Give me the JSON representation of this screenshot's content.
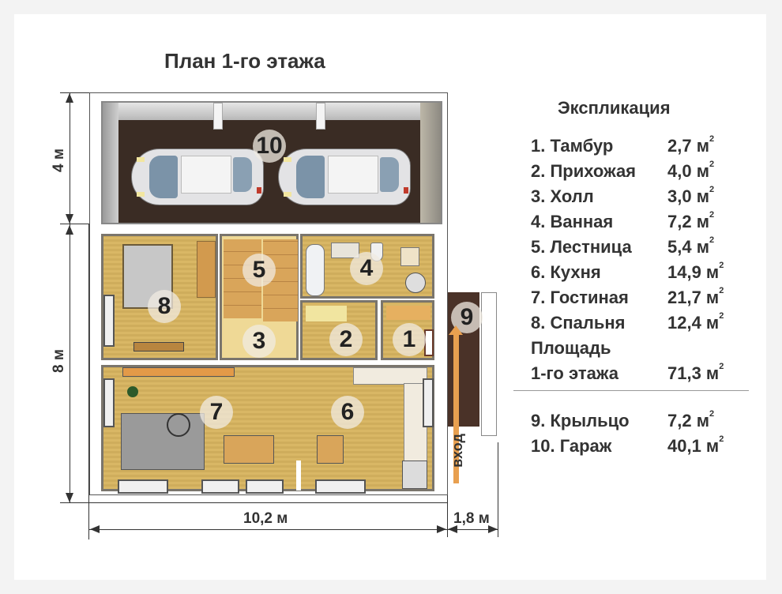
{
  "title": "План 1-го этажа",
  "dimensions": {
    "garage_depth": "4 м",
    "house_depth": "8 м",
    "house_width": "10,2 м",
    "porch_width": "1,8 м"
  },
  "plan": {
    "rooms": [
      {
        "num": "1",
        "name": "Тамбур"
      },
      {
        "num": "2",
        "name": "Прихожая"
      },
      {
        "num": "3",
        "name": "Холл"
      },
      {
        "num": "4",
        "name": "Ванная"
      },
      {
        "num": "5",
        "name": "Лестница"
      },
      {
        "num": "6",
        "name": "Кухня"
      },
      {
        "num": "7",
        "name": "Гостиная"
      },
      {
        "num": "8",
        "name": "Спальня"
      },
      {
        "num": "9",
        "name": "Крыльцо"
      },
      {
        "num": "10",
        "name": "Гараж"
      }
    ],
    "entry_label": "вход"
  },
  "legend": {
    "title": "Экспликация",
    "unit_sup": "2",
    "items": [
      {
        "label": "1. Тамбур",
        "value": "2,7 м"
      },
      {
        "label": "2. Прихожая",
        "value": "4,0 м"
      },
      {
        "label": "3. Холл",
        "value": "3,0 м"
      },
      {
        "label": "4. Ванная",
        "value": "7,2 м"
      },
      {
        "label": "5. Лестница",
        "value": "5,4 м"
      },
      {
        "label": "6. Кухня",
        "value": "14,9 м"
      },
      {
        "label": "7. Гостиная",
        "value": "21,7 м"
      },
      {
        "label": "8. Спальня",
        "value": "12,4 м"
      }
    ],
    "total_label_line1": "Площадь",
    "total_label_line2": "1-го этажа",
    "total_value": "71,3 м",
    "extra_items": [
      {
        "label": "9. Крыльцо",
        "value": "7,2 м"
      },
      {
        "label": "10. Гараж",
        "value": "40,1 м"
      }
    ]
  }
}
